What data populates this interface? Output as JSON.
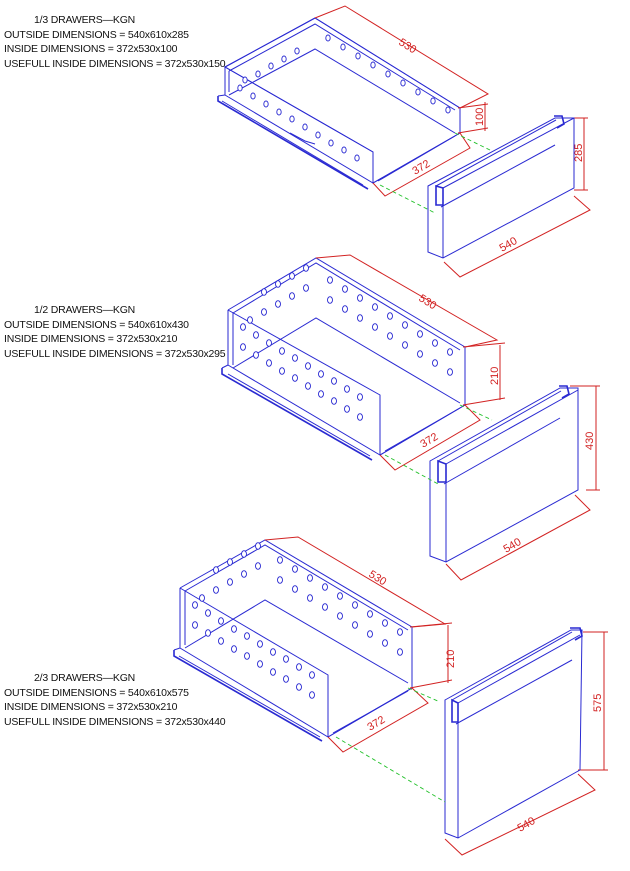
{
  "drawers": [
    {
      "title": "1/3 DRAWERS—KGN",
      "outside": "OUTSIDE DIMENSIONS = 540x610x285",
      "inside": "INSIDE DIMENSIONS = 372x530x100",
      "usefull": "USEFULL INSIDE DIMENSIONS = 372x530x150",
      "dims": {
        "length": "530",
        "height": "100",
        "width": "372",
        "front_height": "285",
        "front_width": "540"
      }
    },
    {
      "title": "1/2 DRAWERS—KGN",
      "outside": "OUTSIDE DIMENSIONS = 540x610x430",
      "inside": "INSIDE DIMENSIONS = 372x530x210",
      "usefull": "USEFULL INSIDE DIMENSIONS = 372x530x295",
      "dims": {
        "length": "530",
        "height": "210",
        "width": "372",
        "front_height": "430",
        "front_width": "540"
      }
    },
    {
      "title": "2/3 DRAWERS—KGN",
      "outside": "OUTSIDE DIMENSIONS = 540x610x575",
      "inside": "INSIDE DIMENSIONS = 372x530x210",
      "usefull": "USEFULL INSIDE DIMENSIONS = 372x530x440",
      "dims": {
        "length": "530",
        "height": "210",
        "width": "372",
        "front_height": "575",
        "front_width": "540"
      }
    }
  ],
  "colors": {
    "outline": "#2a2ad2",
    "dimension": "#d22222",
    "guide": "#22c02a",
    "text": "#111111"
  }
}
